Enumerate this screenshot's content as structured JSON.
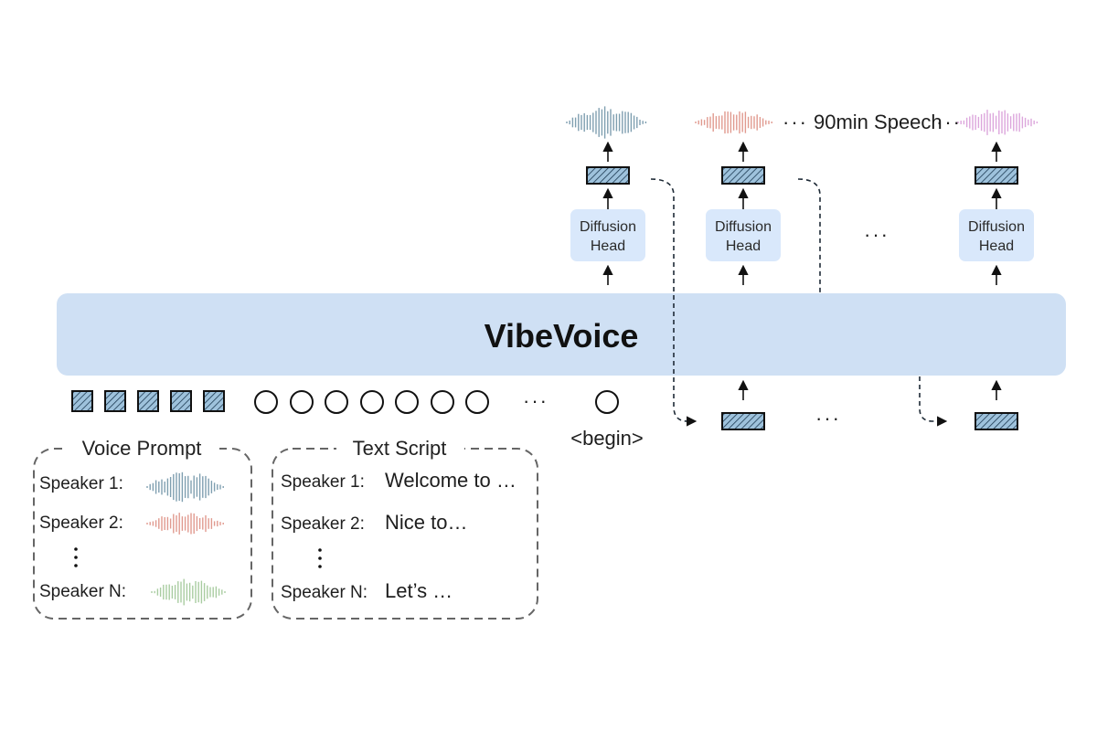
{
  "model": {
    "title": "VibeVoice"
  },
  "diffusion_head": {
    "line1": "Diffusion",
    "line2": "Head"
  },
  "begin_token": "<begin>",
  "speech_caption": "90min Speech",
  "ellipsis": "···",
  "voice_prompt": {
    "title": "Voice Prompt",
    "speakers": [
      {
        "label": "Speaker 1:",
        "wave_color": "#7f9fb0"
      },
      {
        "label": "Speaker 2:",
        "wave_color": "#e09a8f"
      },
      {
        "label": "Speaker N:",
        "wave_color": "#a9cca1"
      }
    ]
  },
  "text_script": {
    "title": "Text Script",
    "rows": [
      {
        "label": "Speaker 1:",
        "text": "Welcome to …"
      },
      {
        "label": "Speaker 2:",
        "text": "Nice to…"
      },
      {
        "label": "Speaker N:",
        "text": "Let’s …"
      }
    ]
  },
  "colors": {
    "main_block": "#cfe0f4",
    "diffusion_box": "#d9e8fb",
    "wave_blue": "#7f9fb0",
    "wave_red": "#e09a8f",
    "wave_pink": "#dca6dc",
    "wave_green": "#a9cca1",
    "hatch": "#9ec2dc"
  }
}
